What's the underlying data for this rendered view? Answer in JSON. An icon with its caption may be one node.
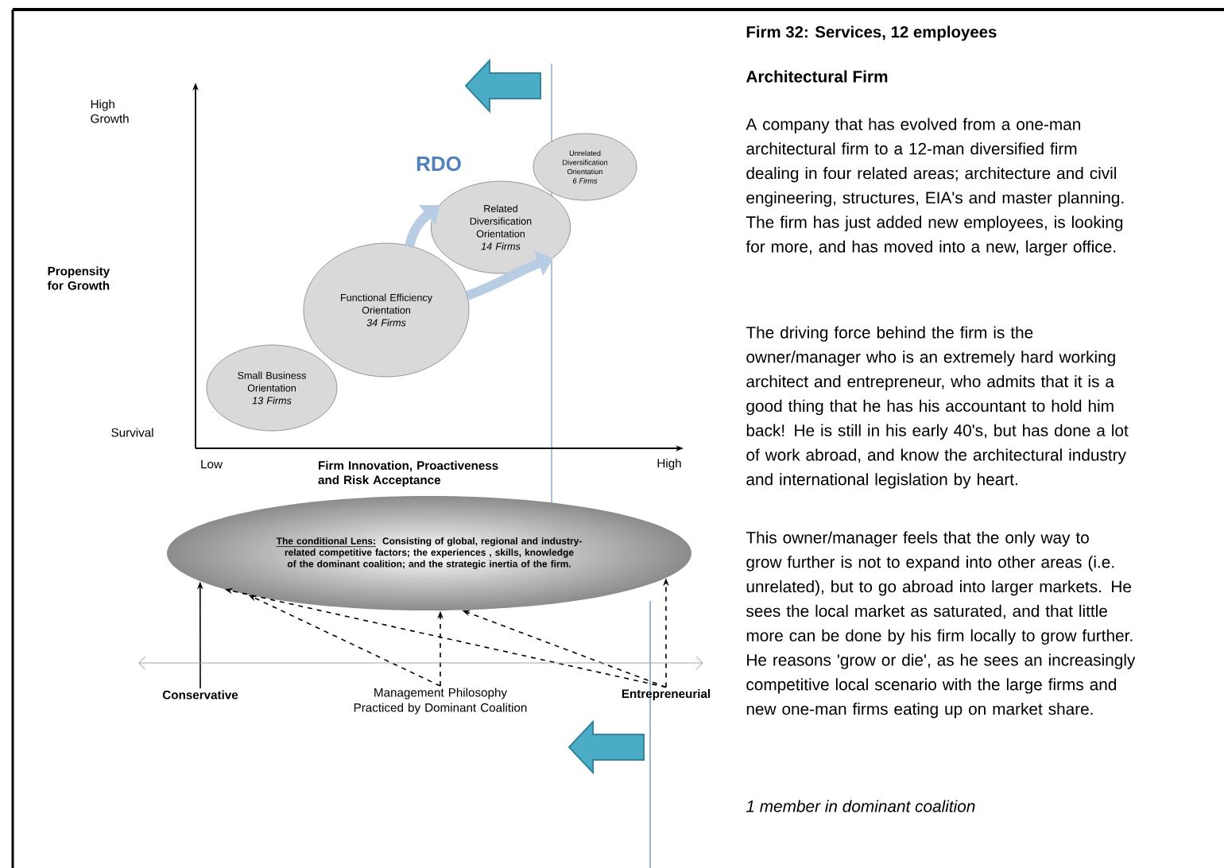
{
  "diagram": {
    "title": "Firm 32: Services, 12 employees",
    "nodes": [
      {
        "text": [
          "Unrelated Diversification Orientation",
          "6 Firms"
        ]
      },
      {
        "text": [
          "Related Diversification Orientation",
          "14 Firms"
        ]
      },
      {
        "text": [
          "Functional Efficiency Orientation",
          "34 Firms"
        ]
      },
      {
        "text": [
          "Small Business Orientation",
          "13 Firms"
        ]
      },
      {
        "text": [
          "The conditional Lens:",
          "Consisting of global, regional and industry-related competitive factors; the experiences , skills, knowledge of the dominant coalition; and the strategic inertia of the firm."
        ]
      },
      {
        "text": [
          "Conservative"
        ]
      },
      {
        "text": [
          "Management Philosophy Practiced by Dominant Coalition"
        ]
      },
      {
        "text": [
          "Entrepreneurial"
        ]
      }
    ],
    "edges": [
      {
        "from": 2,
        "to": 1,
        "arrow": "to",
        "style": "thick",
        "color": "#b8cce4"
      },
      {
        "from": 2,
        "to": 1,
        "arrow": "to",
        "style": "thick",
        "color": "#b8cce4"
      },
      {
        "from": 5,
        "to": 4,
        "arrow": "to"
      },
      {
        "from": 6,
        "to": 4,
        "arrow": "to",
        "style": "dashed"
      },
      {
        "from": 7,
        "to": 4,
        "arrow": "to",
        "style": "dashed"
      },
      {
        "from": 7,
        "to": 4,
        "arrow": "to",
        "style": "dashed"
      },
      {
        "from": 6,
        "to": 4,
        "arrow": "to",
        "style": "dashed"
      },
      {
        "from": 7,
        "to": 4,
        "arrow": "to",
        "style": "dashed"
      },
      {
        "from": 5,
        "to": 7,
        "arrow": "both",
        "color": "#a6a6a6"
      }
    ],
    "labels": [
      "High Growth",
      "Propensity for Growth",
      "Survival",
      "Low",
      "Firm Innovation, Proactiveness and Risk Acceptance",
      "High",
      "RDO",
      "Architectural Firm",
      "A company that has evolved from a one-man architectural firm to a 12-man diversified firm dealing in four related areas; architecture and civil engineering, structures, EIA's and master planning. The firm has just added new employees, is looking for more, and has moved into a new, larger office.",
      "The driving force behind the firm is the owner/manager who is an extremely hard working architect and entrepreneur, who admits that it is a good thing that he has his accountant to hold him back! He is still in his early 40's, but has done a lot of work abroad, and know the architectural industry and international legislation by heart.",
      "This owner/manager feels that the only way to grow further is not to expand into other areas (i.e. unrelated), but to go abroad into larger markets. He sees the local market as saturated, and that little more can be done by his firm locally to grow further. He reasons 'grow or die', as he sees an increasingly competitive local scenario with the large firms and new one-man firms eating up on market share.",
      "1 member in dominant coalition"
    ]
  }
}
